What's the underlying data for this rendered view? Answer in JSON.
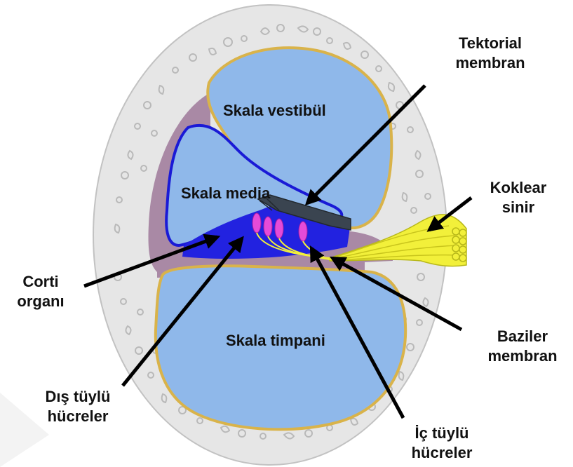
{
  "labels": {
    "tektorial_membran": {
      "line1": "Tektorial",
      "line2": "membran"
    },
    "koklear_sinir": {
      "line1": "Koklear",
      "line2": "sinir"
    },
    "skala_vestibul": "Skala vestibül",
    "skala_media": "Skala media",
    "skala_timpani": "Skala timpani",
    "corti_organi": {
      "line1": "Corti",
      "line2": "organı"
    },
    "baziler_membran": {
      "line1": "Baziler",
      "line2": "membran"
    },
    "dis_tuylu_hucreler": {
      "line1": "Dış tüylü",
      "line2": "hücreler"
    },
    "ic_tuylu_hucreler": {
      "line1": "İç tüylü",
      "line2": "hücreler"
    }
  },
  "colors": {
    "bone": "#e6e6e6",
    "bone_outline": "#c2c2c2",
    "scala_fluid": "#8fb8ea",
    "scala_border": "#d9b34a",
    "scala_media_border": "#1a1ad6",
    "cochlear_duct": "#2222e0",
    "limbus": "#a989a5",
    "hair_cell": "#e54bd8",
    "tectorial": "#3a4450",
    "nerve": "#f2f03a",
    "arrow": "#000000"
  }
}
